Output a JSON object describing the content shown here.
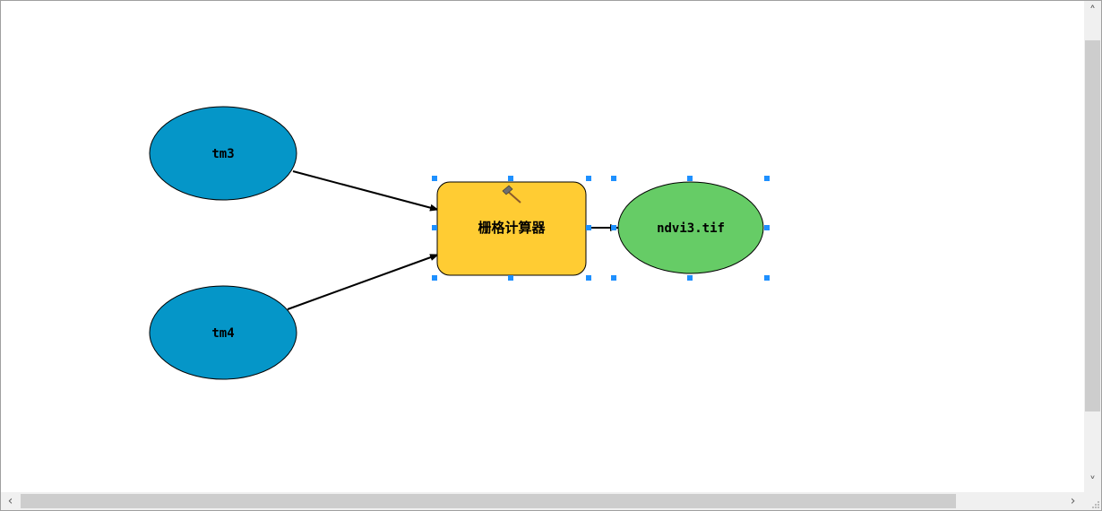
{
  "model": {
    "nodes": {
      "tm3": {
        "label": "tm3",
        "color": "#0596c8"
      },
      "tm4": {
        "label": "tm4",
        "color": "#0596c8"
      },
      "tool": {
        "label": "栅格计算器",
        "color": "#ffcc33",
        "icon": "hammer-icon"
      },
      "output": {
        "label": "ndvi3.tif",
        "color": "#66cc66"
      }
    },
    "selection_color": "#1e90ff"
  },
  "scrollbars": {
    "up_icon": "˄",
    "down_icon": "˅",
    "left_icon": "‹",
    "right_icon": "›"
  }
}
